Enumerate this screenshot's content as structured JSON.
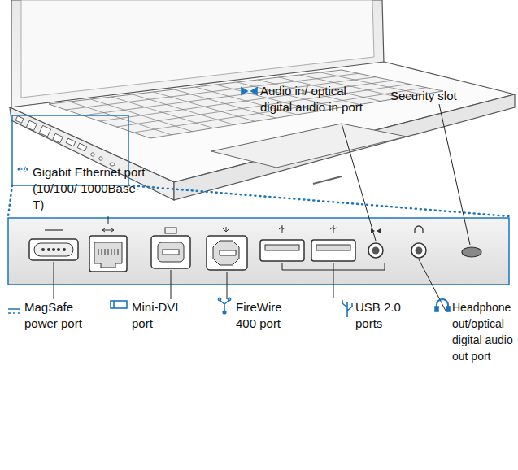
{
  "diagram": {
    "labels": [
      "Gigabit Ethernet port (10/100/ 1000Base-T)",
      "Audio in/ optical digital audio in port",
      "Security slot",
      "MagSafe power port",
      "Mini-DVI port",
      "FireWire 400 port",
      "USB 2.0 ports",
      "Headphone out/optical digital audio out port"
    ]
  }
}
